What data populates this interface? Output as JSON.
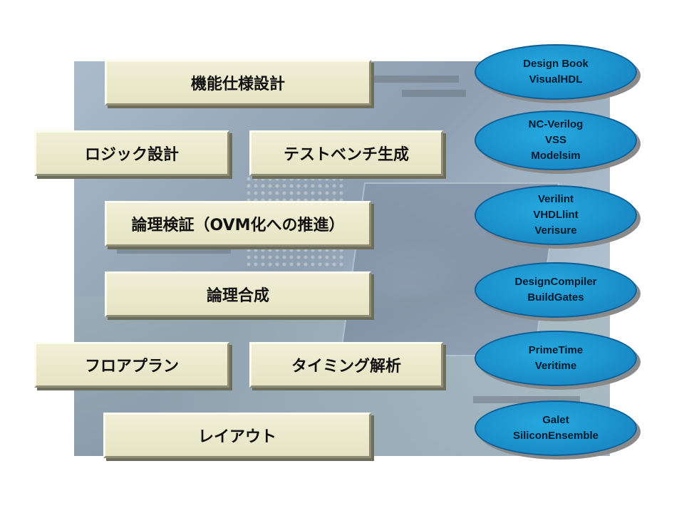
{
  "flow_boxes": {
    "spec": "機能仕様設計",
    "logic": "ロジック設計",
    "testbench": "テストベンチ生成",
    "verify": "論理検証（OVM化への推進）",
    "synthesis": "論理合成",
    "floorplan": "フロアプラン",
    "timing": "タイミング解析",
    "layout": "レイアウト"
  },
  "tools": [
    {
      "lines": [
        "Design Book",
        "VisualHDL"
      ]
    },
    {
      "lines": [
        "NC-Verilog",
        "VSS",
        "Modelsim"
      ]
    },
    {
      "lines": [
        "Verilint",
        "VHDLlint",
        "Verisure"
      ]
    },
    {
      "lines": [
        "DesignCompiler",
        "BuildGates"
      ]
    },
    {
      "lines": [
        "PrimeTime",
        "Veritime"
      ]
    },
    {
      "lines": [
        "Galet",
        "SiliconEnsemble"
      ]
    }
  ],
  "colors": {
    "box_fill": "#e9e7c8",
    "ellipse_fill": "#1b8fca"
  }
}
